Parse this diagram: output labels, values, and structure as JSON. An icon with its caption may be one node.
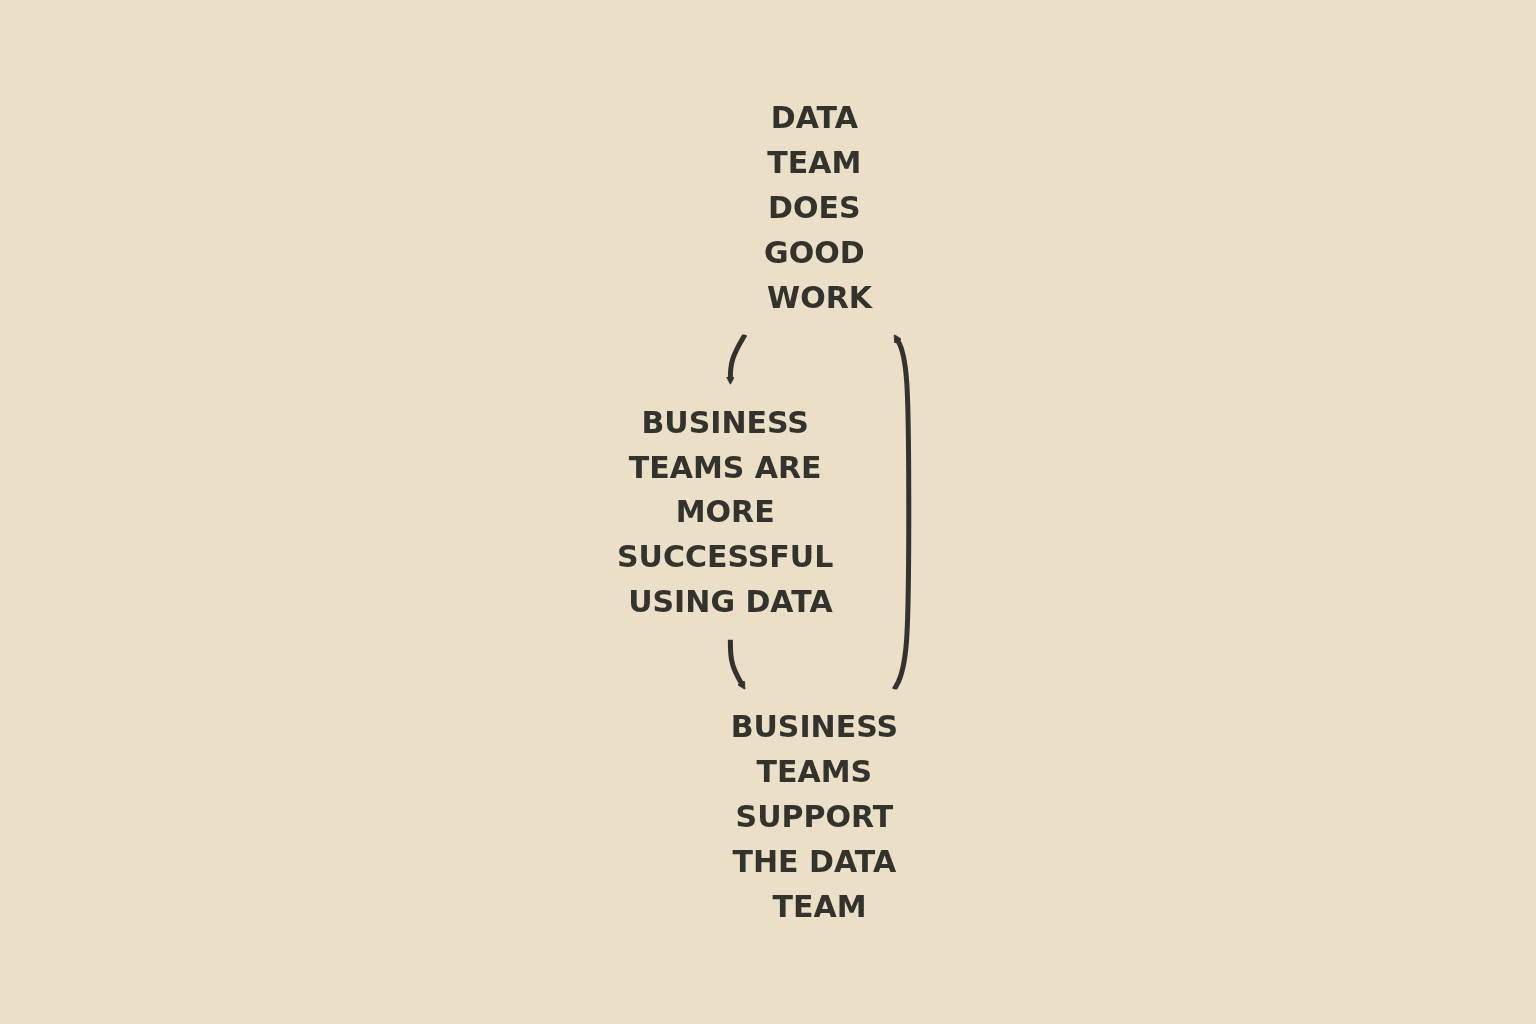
{
  "diagram": {
    "nodes": [
      {
        "text": [
          "DATA TEAM DOES GOOD WORK"
        ]
      },
      {
        "text": [
          "BUSINESS TEAMS ARE MORE SUCCESSFUL USING DATA"
        ]
      },
      {
        "text": [
          "BUSINESS TEAMS SUPPORT THE DATA TEAM"
        ]
      }
    ],
    "edges": [
      {
        "from": 0,
        "to": 1,
        "arrow": "to"
      },
      {
        "from": 1,
        "to": 2,
        "arrow": "to"
      },
      {
        "from": 2,
        "to": 0,
        "arrow": "to"
      }
    ]
  }
}
